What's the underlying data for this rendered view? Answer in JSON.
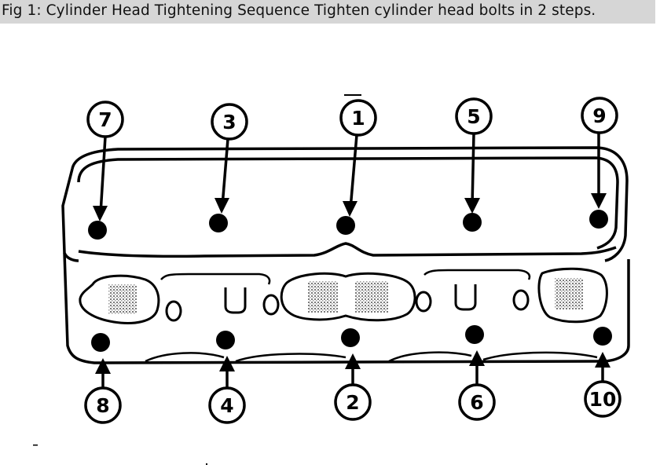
{
  "caption": "Fig 1: Cylinder Head Tightening Sequence Tighten cylinder head bolts in 2 steps.",
  "bolt_labels": {
    "top": [
      "7",
      "3",
      "1",
      "5",
      "9"
    ],
    "bottom": [
      "8",
      "4",
      "2",
      "6",
      "10"
    ]
  },
  "colors": {
    "ink": "#000000",
    "caption_bg": "#d6d6d6",
    "port_stipple": "#777777"
  }
}
